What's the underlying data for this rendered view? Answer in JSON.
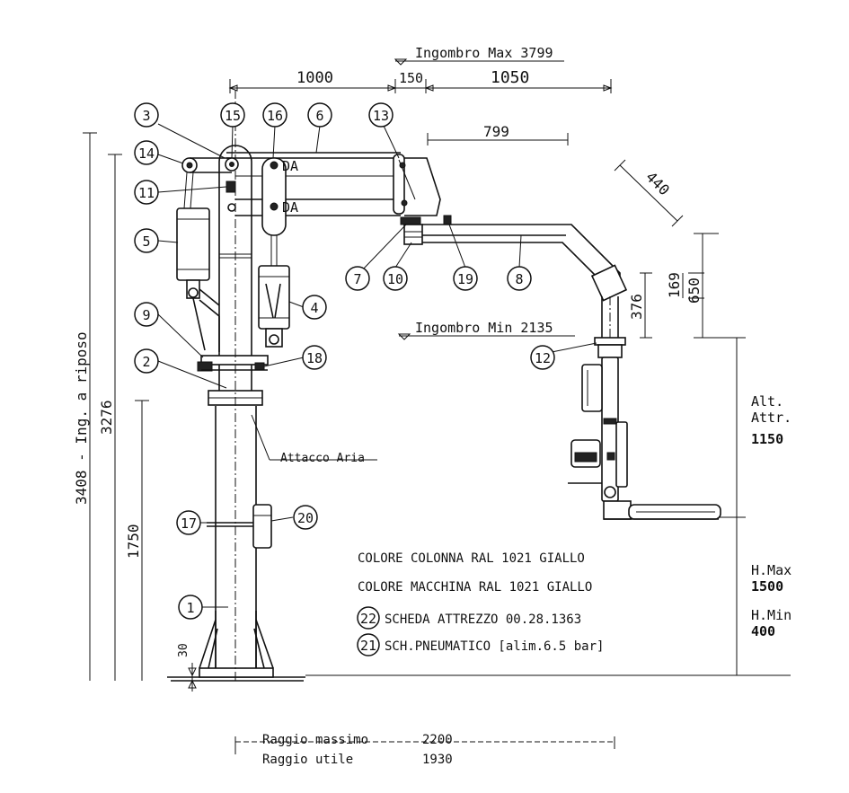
{
  "dimensions": {
    "ingombro_max": "Ingombro Max 3799",
    "ingombro_min": "Ingombro Min 2135",
    "d1000": "1000",
    "d150": "150",
    "d1050": "1050",
    "d799": "799",
    "d440": "440",
    "d169": "169",
    "d650": "650",
    "d376": "376",
    "d3408": "3408 - Ing. a riposo",
    "d3276": "3276",
    "d1750": "1750",
    "d30": "30"
  },
  "side_labels": {
    "alt_line1": "Alt.",
    "alt_line2": "Attr.",
    "alt_value": "1150",
    "hmax_label": "H.Max",
    "hmax_value": "1500",
    "hmin_label": "H.Min",
    "hmin_value": "400"
  },
  "callouts": [
    "1",
    "2",
    "3",
    "4",
    "5",
    "6",
    "7",
    "8",
    "9",
    "10",
    "11",
    "12",
    "13",
    "14",
    "15",
    "16",
    "17",
    "18",
    "19",
    "20"
  ],
  "labels": {
    "da1": "DA",
    "da2": "DA",
    "attacco_aria": "Attacco Aria"
  },
  "notes": {
    "colore_colonna": "COLORE COLONNA RAL 1021 GIALLO",
    "colore_macchina": "COLORE MACCHINA  RAL 1021 GIALLO",
    "ref22_num": "22",
    "ref22_text": "SCHEDA ATTREZZO 00.28.1363",
    "ref21_num": "21",
    "ref21_text": "SCH.PNEUMATICO [alim.6.5 bar]"
  },
  "radius": {
    "raggio_massimo_label": "Raggio massimo",
    "raggio_massimo_value": "2200",
    "raggio_utile_label": "Raggio utile",
    "raggio_utile_value": "1930"
  }
}
